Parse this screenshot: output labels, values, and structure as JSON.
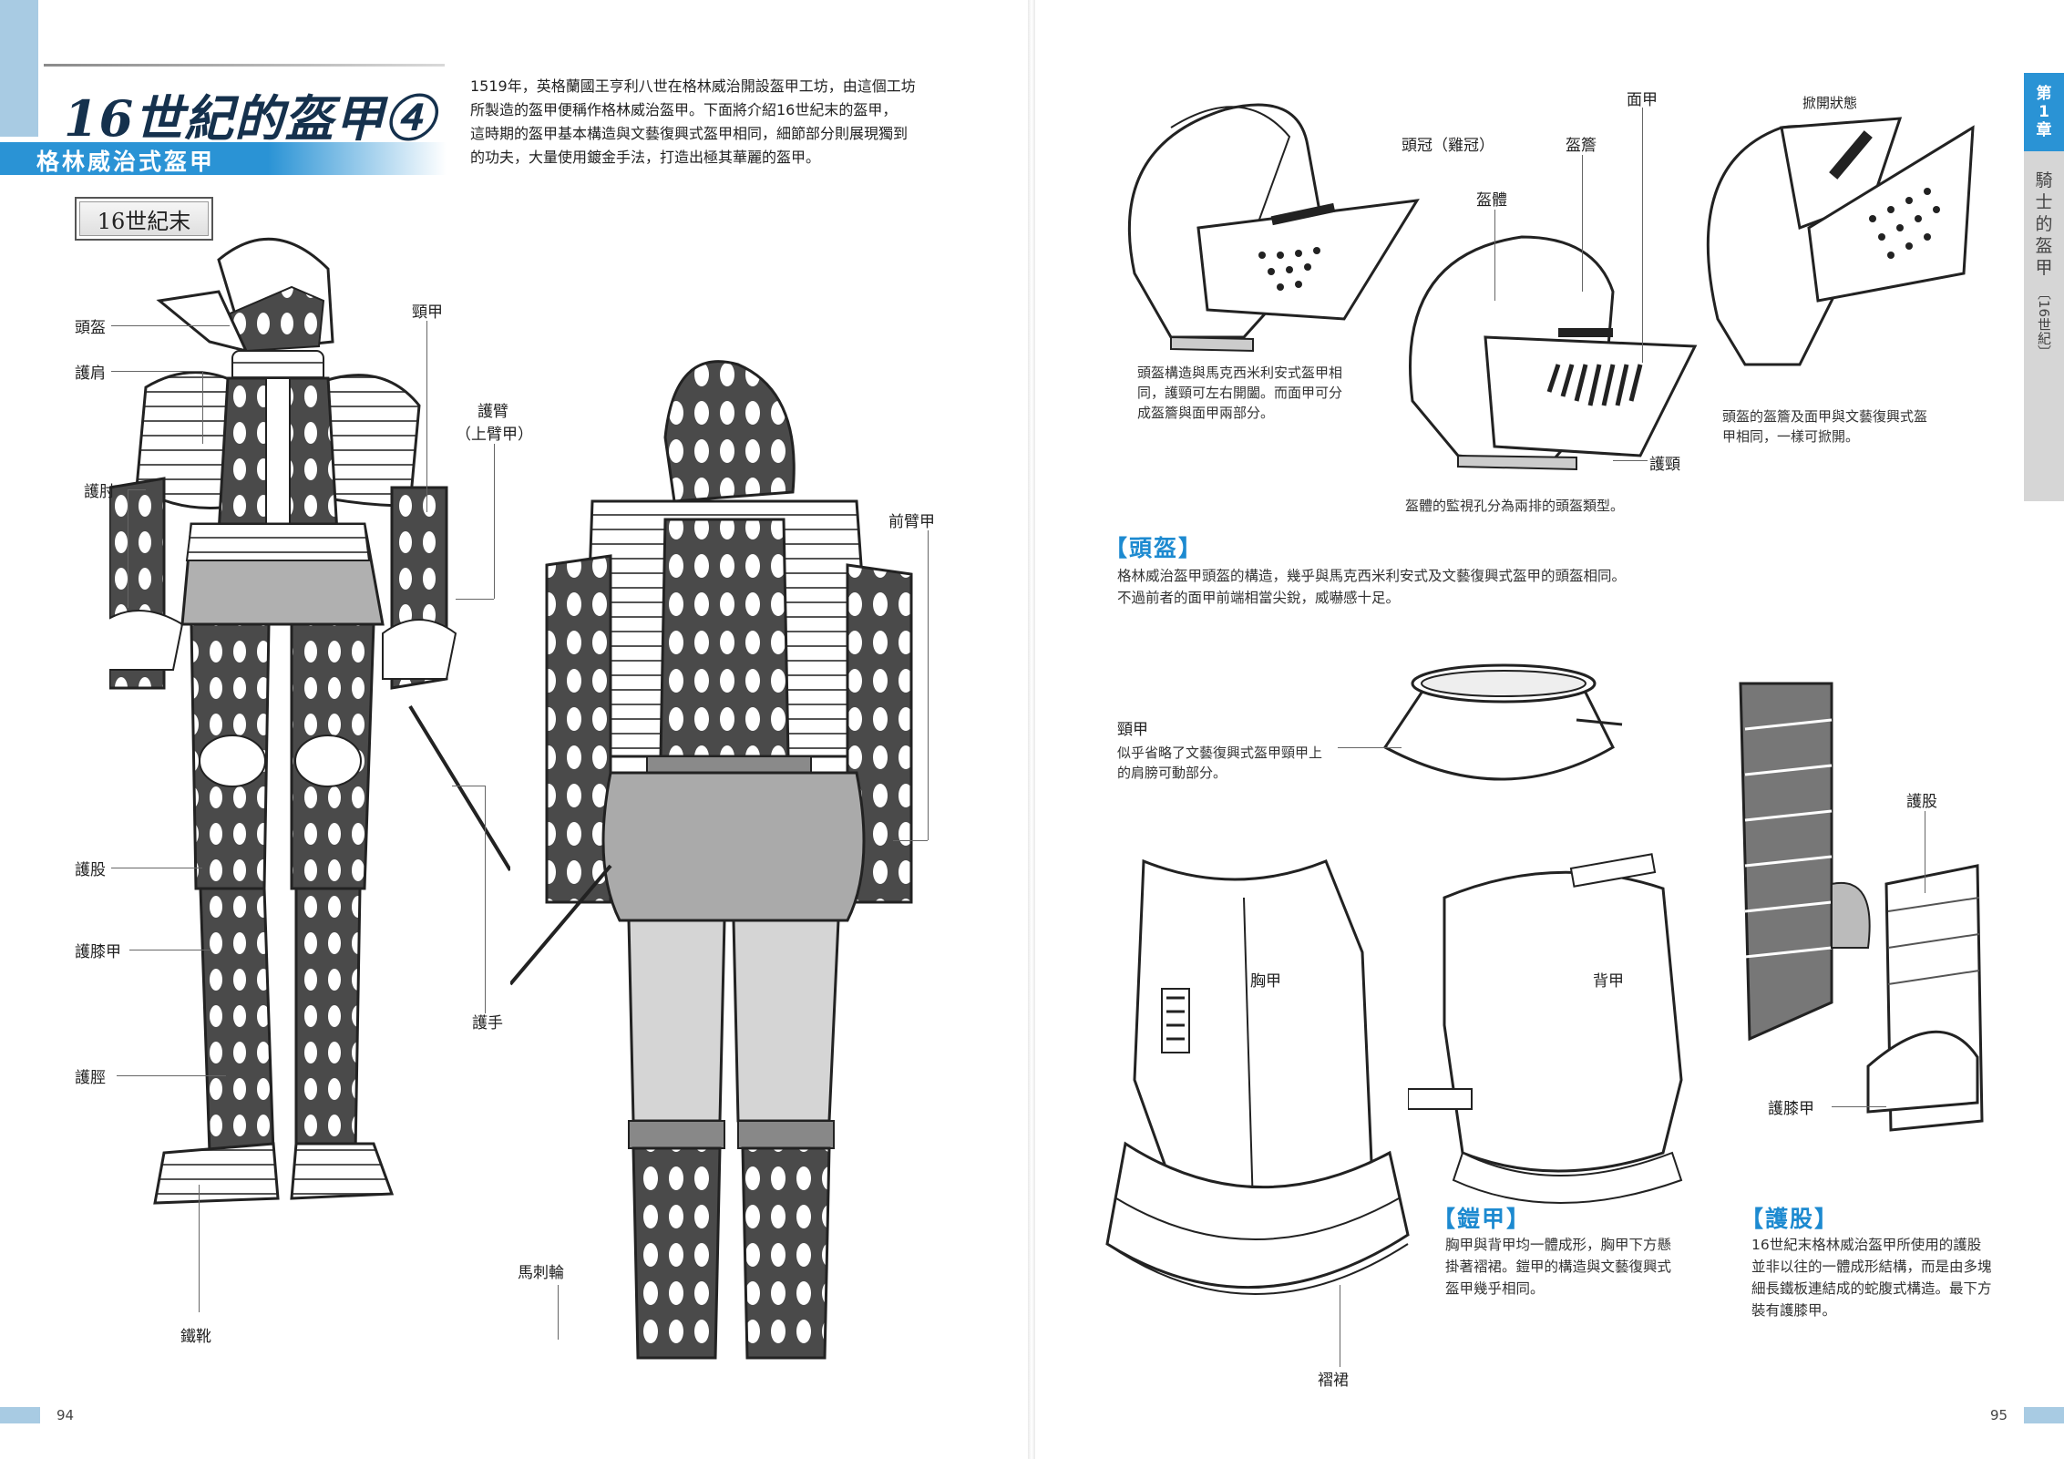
{
  "left_page": {
    "title": "16世紀的盔甲④",
    "subtitle": "格林威治式盔甲",
    "era_label": "16世紀末",
    "intro_lines": [
      "1519年，英格蘭國王亨利八世在格林威治開設盔甲工坊，由這個工坊",
      "所製造的盔甲便稱作格林威治盔甲。下面將介紹16世紀末的盔甲，",
      "這時期的盔甲基本構造與文藝復興式盔甲相同，細節部分則展現獨到",
      "的功夫，大量使用鍍金手法，打造出極其華麗的盔甲。"
    ],
    "labels": {
      "helmet": "頭盔",
      "pauldron": "護肩",
      "couter": "護肘",
      "gorget": "頸甲",
      "rerebrace": "護臂",
      "rerebrace_sub": "（上臂甲）",
      "vambrace": "前臂甲",
      "cuisse": "護股",
      "poleyn": "護膝甲",
      "greave": "護脛",
      "gauntlet": "護手",
      "sabaton": "鐵靴",
      "spur": "馬刺輪"
    },
    "page_number": "94"
  },
  "right_page": {
    "helmet_labels": {
      "visor": "面甲",
      "crown": "頭冠（雞冠）",
      "skull": "盔體",
      "upper_bevor": "盔簷",
      "bevor": "護頸",
      "opened": "掀開狀態"
    },
    "helmet_caption_1": [
      "頭盔構造與馬克西米利安式盔甲相",
      "同，護頸可左右開闔。而面甲可分",
      "成盔簷與面甲兩部分。"
    ],
    "helmet_caption_2": "盔體的監視孔分為兩排的頭盔類型。",
    "helmet_caption_3": [
      "頭盔的盔簷及面甲與文藝復興式盔",
      "甲相同，一樣可掀開。"
    ],
    "helmet_heading": "【頭盔】",
    "helmet_text": [
      "格林威治盔甲頭盔的構造，幾乎與馬克西米利安式及文藝復興式盔甲的頭盔相同。",
      "不過前者的面甲前端相當尖銳，威嚇感十足。"
    ],
    "gorget_label": "頸甲",
    "gorget_caption": [
      "似乎省略了文藝復興式盔甲頸甲上",
      "的肩膀可動部分。"
    ],
    "breastplate_label": "胸甲",
    "backplate_label": "背甲",
    "tasset_label": "褶裙",
    "cuirass_heading": "【鎧甲】",
    "cuirass_text": [
      "胸甲與背甲均一體成形，胸甲下方懸",
      "掛著褶裙。鎧甲的構造與文藝復興式",
      "盔甲幾乎相同。"
    ],
    "cuisse_label": "護股",
    "poleyn_label": "護膝甲",
    "cuisse_heading": "【護股】",
    "cuisse_text": [
      "16世紀末格林威治盔甲所使用的護股",
      "並非以往的一體成形結構，而是由多塊",
      "細長鐵板連結成的蛇腹式構造。最下方",
      "裝有護膝甲。"
    ],
    "side_tab": {
      "chapter": [
        "第",
        "1",
        "章"
      ],
      "title_chars": [
        "騎",
        "士",
        "的",
        "盔",
        "甲"
      ],
      "sub": "〔16世紀〕"
    },
    "page_number": "95"
  },
  "colors": {
    "accent_blue": "#2a93d5",
    "light_blue": "#a8cbe3",
    "title_navy": "#15314d",
    "armor_dark": "#4a4a4a",
    "armor_gray": "#a9a9a9"
  }
}
